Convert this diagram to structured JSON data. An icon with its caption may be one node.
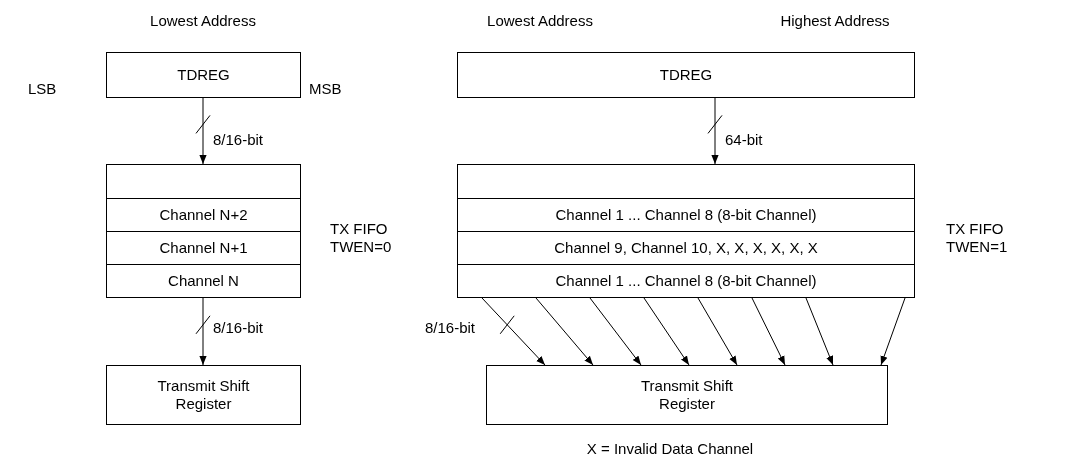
{
  "diagram": {
    "nodes": [
      {
        "text": [
          "TDREG"
        ]
      },
      {
        "text": [],
        "shape": "box"
      },
      {
        "text": [
          "Channel N+2"
        ]
      },
      {
        "text": [
          "Channel N+1"
        ]
      },
      {
        "text": [
          "Channel N"
        ]
      },
      {
        "text": [
          "Transmit Shift Register"
        ]
      },
      {
        "text": [
          "TDREG"
        ]
      },
      {
        "text": [],
        "shape": "box"
      },
      {
        "text": [
          "Channel 1 ... Channel 8 (8-bit Channel)"
        ]
      },
      {
        "text": [
          "Channel 9, Channel 10, X, X, X, X, X, X"
        ]
      },
      {
        "text": [
          "Channel 1 ... Channel 8 (8-bit Channel)"
        ]
      },
      {
        "text": [
          "Transmit Shift Register"
        ]
      }
    ],
    "edges": [
      {
        "from": 0,
        "to": 1,
        "arrow": "to",
        "label": "8/16-bit"
      },
      {
        "from": 4,
        "to": 5,
        "arrow": "to",
        "label": "8/16-bit"
      },
      {
        "from": 6,
        "to": 7,
        "arrow": "to",
        "label": "64-bit"
      },
      {
        "from": 10,
        "to": 11,
        "arrow": "to",
        "label": "8/16-bit"
      },
      {
        "from": 10,
        "to": 11,
        "arrow": "to"
      },
      {
        "from": 10,
        "to": 11,
        "arrow": "to"
      },
      {
        "from": 10,
        "to": 11,
        "arrow": "to"
      },
      {
        "from": 10,
        "to": 11,
        "arrow": "to"
      },
      {
        "from": 10,
        "to": 11,
        "arrow": "to"
      },
      {
        "from": 10,
        "to": 11,
        "arrow": "to"
      },
      {
        "from": 10,
        "to": 11,
        "arrow": "to"
      }
    ],
    "labels": [
      "Lowest Address",
      "Lowest Address",
      "Highest Address",
      "LSB",
      "MSB",
      "TX FIFO TWEN=0",
      "TX FIFO TWEN=1",
      "X = Invalid Data Channel"
    ]
  }
}
